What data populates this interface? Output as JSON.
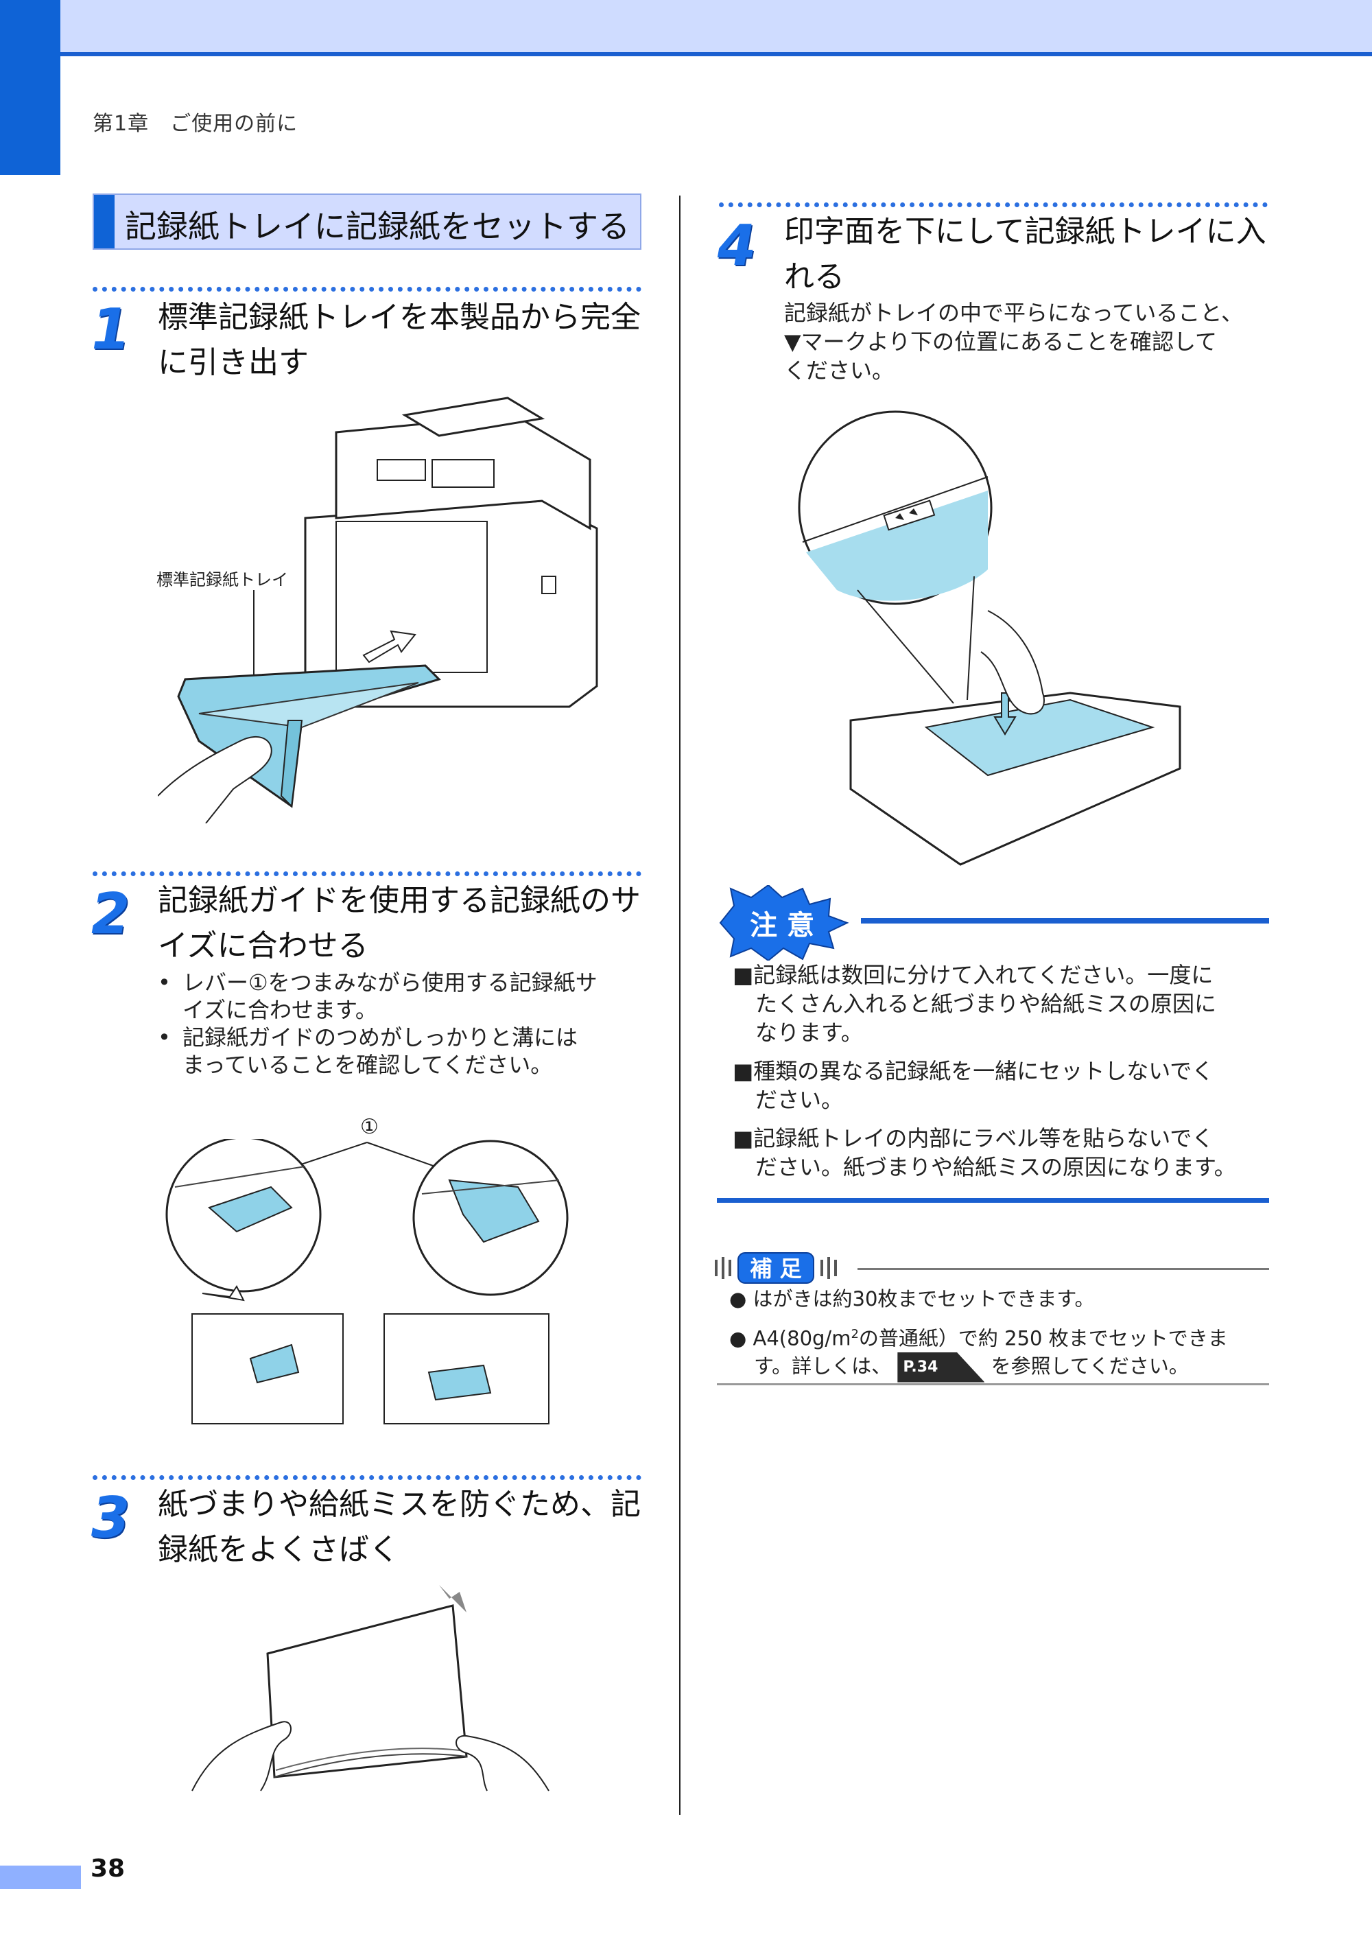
{
  "header": {
    "chapter": "第1章　ご使用の前に"
  },
  "section": {
    "title": "記録紙トレイに記録紙をセットする"
  },
  "steps": [
    {
      "num": "1",
      "title_l1": "標準記録紙トレイを本製品から完全",
      "title_l2": "に引き出す",
      "label": "標準記録紙トレイ"
    },
    {
      "num": "2",
      "title_l1": "記録紙ガイドを使用する記録紙のサ",
      "title_l2": "イズに合わせる",
      "b1_l1": "レバー①をつまみながら使用する記録紙サ",
      "b1_l2": "イズに合わせます。",
      "b2_l1": "記録紙ガイドのつめがしっかりと溝には",
      "b2_l2": "まっていることを確認してください。",
      "callout": "①"
    },
    {
      "num": "3",
      "title_l1": "紙づまりや給紙ミスを防ぐため、記",
      "title_l2": "録紙をよくさばく"
    },
    {
      "num": "4",
      "title_l1": "印字面を下にして記録紙トレイに入",
      "title_l2": "れる",
      "body_l1": "記録紙がトレイの中で平らになっていること、",
      "body_l2": "▼マークより下の位置にあることを確認して",
      "body_l3": "ください。"
    }
  ],
  "caution": {
    "badge": "注 意",
    "items": [
      {
        "l1": "■記録紙は数回に分けて入れてください。一度に",
        "l2": "たくさん入れると紙づまりや給紙ミスの原因に",
        "l3": "なります。"
      },
      {
        "l1": "■種類の異なる記録紙を一緒にセットしないでく",
        "l2": "ださい。"
      },
      {
        "l1": "■記録紙トレイの内部にラベル等を貼らないでく",
        "l2": "ださい。紙づまりや給紙ミスの原因になります。"
      }
    ]
  },
  "note": {
    "badge": "補 足",
    "item1": "● はがきは約30枚までセットできます。",
    "item2_a": "● A4(80g/m",
    "item2_sup": "2",
    "item2_b": "の普通紙）で約 250 枚までセットできま",
    "item2_l2a": "す。詳しくは、",
    "pageref": "P.34",
    "item2_l2b": "を参照してください。"
  },
  "footer": {
    "page_number": "38"
  },
  "colors": {
    "accent": "#0f63d6",
    "light": "#cfdcff",
    "tray": "#8fd2e8"
  }
}
